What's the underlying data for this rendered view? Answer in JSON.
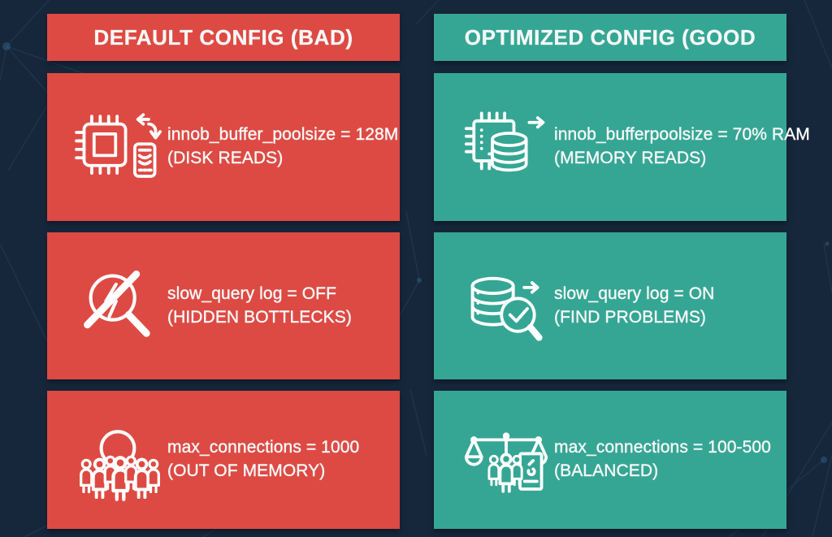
{
  "colors": {
    "bad_accent": "#dd4a43",
    "good_accent": "#35a694",
    "background": "#17273b",
    "text_light": "#f5f7f7"
  },
  "columns": [
    {
      "id": "bad",
      "header": "DEFAULT CONFIG (BAD)",
      "cards": [
        {
          "icon": "cpu-disk-sync-icon",
          "setting": "innob_buffer_poolsize = 128M",
          "consequence": "(DISK READS)"
        },
        {
          "icon": "slow-query-off-icon",
          "setting": "slow_query log = OFF",
          "consequence": "(HIDDEN BOTTLECKS)"
        },
        {
          "icon": "crowd-connections-icon",
          "setting": "max_connections = 1000",
          "consequence": "(OUT OF MEMORY)"
        }
      ]
    },
    {
      "id": "good",
      "header": "OPTIMIZED CONFIG (GOOD",
      "cards": [
        {
          "icon": "cpu-memory-db-icon",
          "setting": "innob_bufferpoolsize = 70% RAM",
          "consequence": "(MEMORY READS)"
        },
        {
          "icon": "query-log-check-icon",
          "setting": "slow_query log = ON",
          "consequence": "(FIND PROBLEMS)"
        },
        {
          "icon": "balance-scale-icon",
          "setting": "max_connections = 100-500",
          "consequence": "(BALANCED)"
        }
      ]
    }
  ]
}
